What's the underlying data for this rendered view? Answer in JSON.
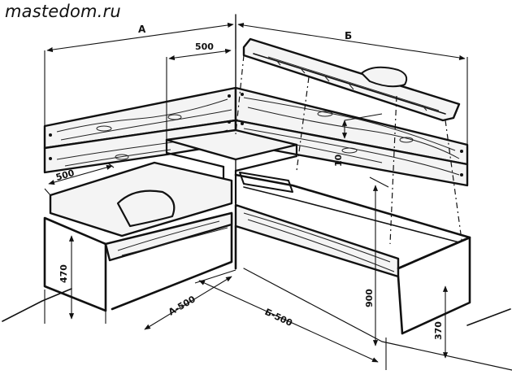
{
  "watermark": "mastedom.ru",
  "dimensions": {
    "a": "А",
    "b": "Б",
    "w500_top": "500",
    "w500_left": "500",
    "h10": "10",
    "h470": "470",
    "h900": "900",
    "h370": "370",
    "a_minus": "А-500",
    "b_minus": "Б-500"
  }
}
